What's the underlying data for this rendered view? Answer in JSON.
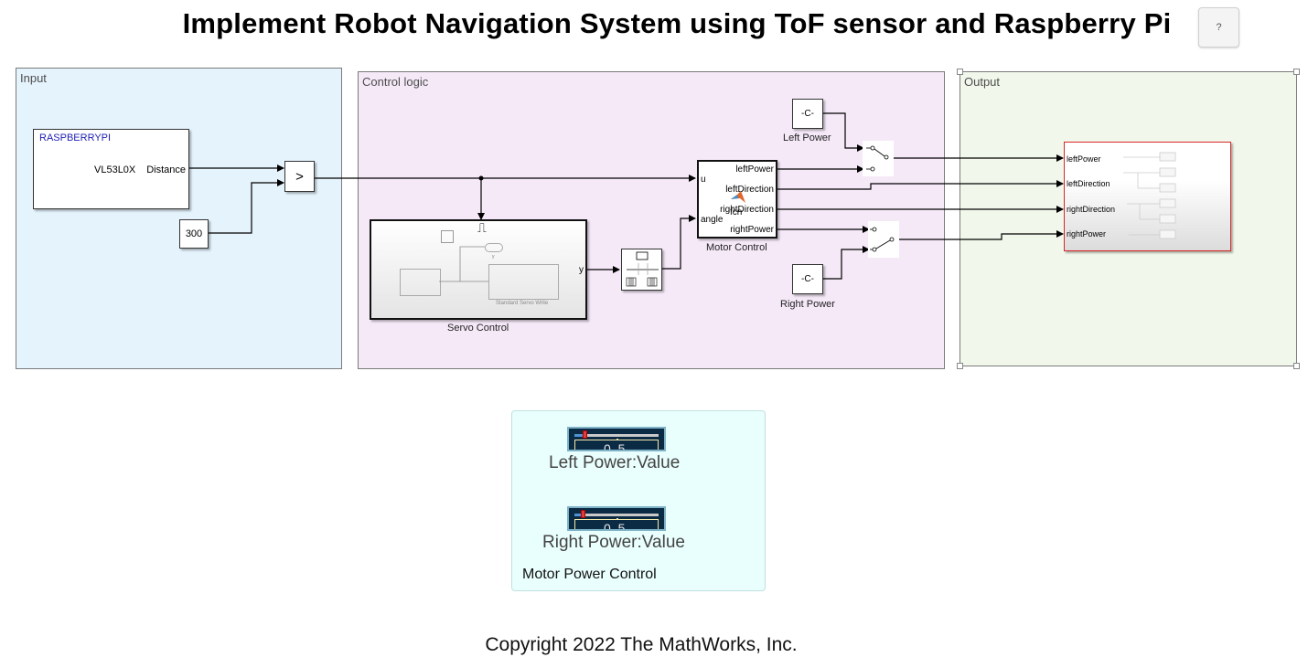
{
  "title": "Implement Robot Navigation System using ToF sensor and Raspberry Pi",
  "help_button": "?",
  "areas": {
    "input": "Input",
    "control": "Control logic",
    "output": "Output"
  },
  "blocks": {
    "raspberrypi": {
      "header": "RASPBERRYPI",
      "name": "VL53L0X",
      "output_port": "Distance"
    },
    "constant_300": "300",
    "compare": ">",
    "servo_control": {
      "label": "Servo Control",
      "output_port": "y",
      "inner_scope_label": "y",
      "inner_block_label": "Standard Servo Write"
    },
    "motor_control": {
      "label": "Motor Control",
      "function_name": "fcn",
      "inputs": [
        "u",
        "angle"
      ],
      "outputs": [
        "leftPower",
        "leftDirection",
        "rightDirection",
        "rightPower"
      ]
    },
    "left_power": {
      "value": "-C-",
      "label": "Left Power"
    },
    "right_power": {
      "value": "-C-",
      "label": "Right Power"
    },
    "output_subsystem": {
      "inputs": [
        "leftPower",
        "leftDirection",
        "rightDirection",
        "rightPower"
      ]
    }
  },
  "dashboard": {
    "title": "Motor Power Control",
    "sliders": [
      {
        "label": "Left Power:Value",
        "scale_mid": "0.5",
        "value_fraction": 0.12
      },
      {
        "label": "Right Power:Value",
        "scale_mid": "0.5",
        "value_fraction": 0.1
      }
    ]
  },
  "copyright": "Copyright 2022 The MathWorks, Inc.",
  "colors": {
    "input_area": "#e5f3fd",
    "control_area": "#f5e9f8",
    "output_area": "#f1f8eb",
    "dashboard_panel": "#e9fffd",
    "selected_border": "#d92626",
    "hardware_label": "#1f1fb4"
  }
}
